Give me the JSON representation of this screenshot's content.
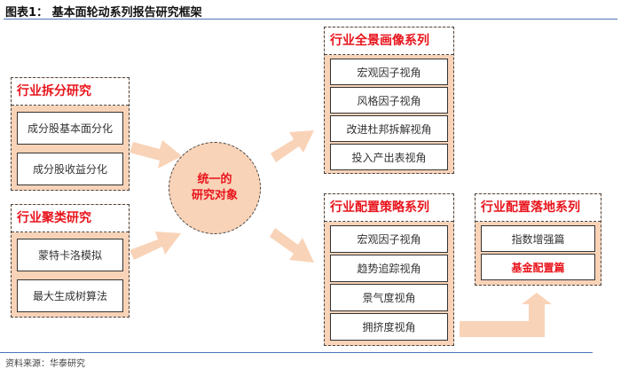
{
  "title": "图表1：  基本面轮动系列报告研究框架",
  "source": "资料来源：华泰研究",
  "center": {
    "line1": "统一的",
    "line2": "研究对象"
  },
  "groups": [
    {
      "title": "行业拆分研究",
      "items": [
        "成分股基本面分化",
        "成分股收益分化"
      ]
    },
    {
      "title": "行业聚类研究",
      "items": [
        "蒙特卡洛模拟",
        "最大生成树算法"
      ]
    },
    {
      "title": "行业全景画像系列",
      "items": [
        "宏观因子视角",
        "风格因子视角",
        "改进杜邦拆解视角",
        "投入产出表视角"
      ]
    },
    {
      "title": "行业配置策略系列",
      "items": [
        "宏观因子视角",
        "趋势追踪视角",
        "景气度视角",
        "拥挤度视角"
      ]
    },
    {
      "title": "行业配置落地系列",
      "items": [
        "指数增强篇",
        "基金配置篇"
      ]
    }
  ],
  "colors": {
    "accent": "#e8141c",
    "fill": "#f9d3b8",
    "arrow": "#f9d3b8"
  }
}
